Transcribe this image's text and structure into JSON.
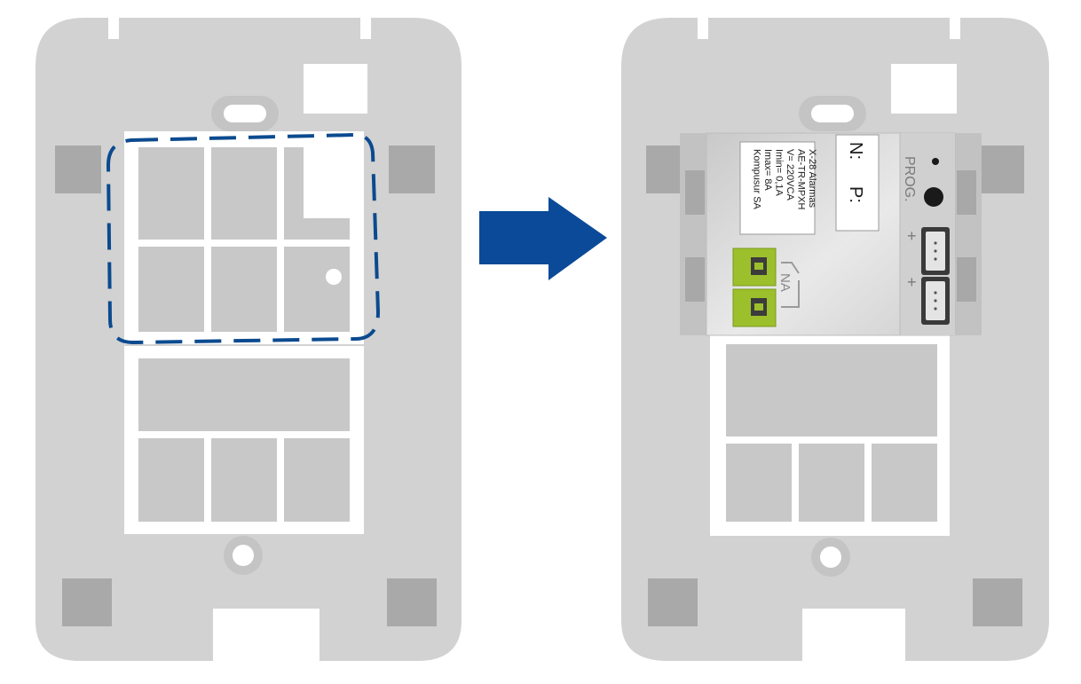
{
  "colors": {
    "plate": "#d2d2d2",
    "plate_inner": "#c8c8c8",
    "slot": "#ffffff",
    "square_mark": "#a9a9a9",
    "dash_outline": "#0b4a8f",
    "arrow": "#0a4a99",
    "module_body": "#d8d8d8",
    "module_panel": "#eeeeee",
    "terminal_green": "#9cc02b",
    "terminal_dark": "#3c3c3c"
  },
  "module": {
    "label_lines": [
      "X-28 Alarmas",
      "AE-TR-MPXH",
      "V= 220VCA",
      "Imin= 0,1A",
      "Imax= 8A",
      "Kompusur SA"
    ],
    "neutral_label": "N:",
    "phase_label": "P:",
    "prog_label": "PROG.",
    "na_label": "NA",
    "plus_sign": "+"
  },
  "icons": {
    "arrow": "right-arrow-icon"
  }
}
